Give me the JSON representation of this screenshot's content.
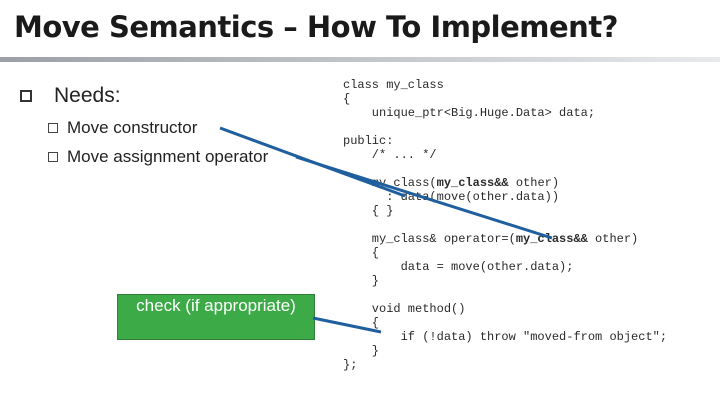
{
  "slide": {
    "title": "Move Semantics – How To Implement?",
    "bullet": "Needs:",
    "sub_bullets": [
      "Move constructor",
      "Move assignment operator"
    ],
    "callout": "check (if appropriate)"
  },
  "code": {
    "l1": "class my_class",
    "l2": "{",
    "l3": "    unique_ptr<Big.Huge.Data> data;",
    "l4": "",
    "l5": "public:",
    "l6": "    /* ... */",
    "l7": "",
    "l8_a": "    my_class(",
    "l8_b": "my_class&&",
    "l8_c": " other)",
    "l9": "      : data(move(other.data))",
    "l10": "    { }",
    "l11": "",
    "l12_a": "    my_class& operator=(",
    "l12_b": "my_class&&",
    "l12_c": " other)",
    "l13": "    {",
    "l14": "        data = move(other.data);",
    "l15": "    }",
    "l16": "",
    "l17": "    void method()",
    "l18": "    {",
    "l19": "        if (!data) throw \"moved-from object\";",
    "l20": "    }",
    "l21": "};"
  },
  "colors": {
    "arrow": "#1f5f9e",
    "callout_bg": "#3daa48"
  }
}
